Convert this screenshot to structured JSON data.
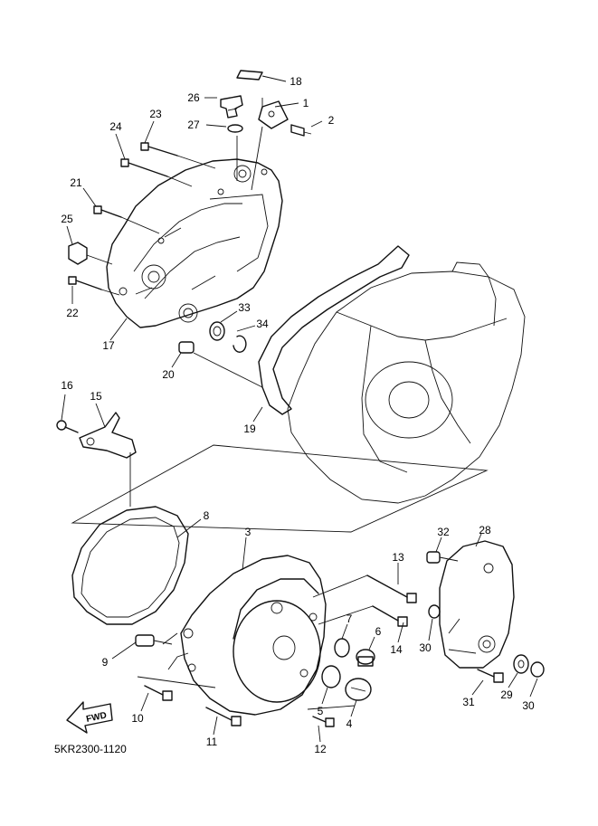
{
  "diagram_code": "5KR2300-1120",
  "fwd_label": "FWD",
  "callouts": [
    {
      "id": "c18",
      "label": "18"
    },
    {
      "id": "c1",
      "label": "1"
    },
    {
      "id": "c26",
      "label": "26"
    },
    {
      "id": "c2",
      "label": "2"
    },
    {
      "id": "c23",
      "label": "23"
    },
    {
      "id": "c27",
      "label": "27"
    },
    {
      "id": "c24",
      "label": "24"
    },
    {
      "id": "c21",
      "label": "21"
    },
    {
      "id": "c25",
      "label": "25"
    },
    {
      "id": "c22",
      "label": "22"
    },
    {
      "id": "c33",
      "label": "33"
    },
    {
      "id": "c34",
      "label": "34"
    },
    {
      "id": "c17",
      "label": "17"
    },
    {
      "id": "c20",
      "label": "20"
    },
    {
      "id": "c16",
      "label": "16"
    },
    {
      "id": "c15",
      "label": "15"
    },
    {
      "id": "c19",
      "label": "19"
    },
    {
      "id": "c8",
      "label": "8"
    },
    {
      "id": "c3",
      "label": "3"
    },
    {
      "id": "c32",
      "label": "32"
    },
    {
      "id": "c28",
      "label": "28"
    },
    {
      "id": "c13",
      "label": "13"
    },
    {
      "id": "c7",
      "label": "7"
    },
    {
      "id": "c6",
      "label": "6"
    },
    {
      "id": "c14",
      "label": "14"
    },
    {
      "id": "c30a",
      "label": "30"
    },
    {
      "id": "c9",
      "label": "9"
    },
    {
      "id": "c5",
      "label": "5"
    },
    {
      "id": "c4",
      "label": "4"
    },
    {
      "id": "c31",
      "label": "31"
    },
    {
      "id": "c29",
      "label": "29"
    },
    {
      "id": "c30b",
      "label": "30"
    },
    {
      "id": "c10",
      "label": "10"
    },
    {
      "id": "c11",
      "label": "11"
    },
    {
      "id": "c12",
      "label": "12"
    }
  ]
}
